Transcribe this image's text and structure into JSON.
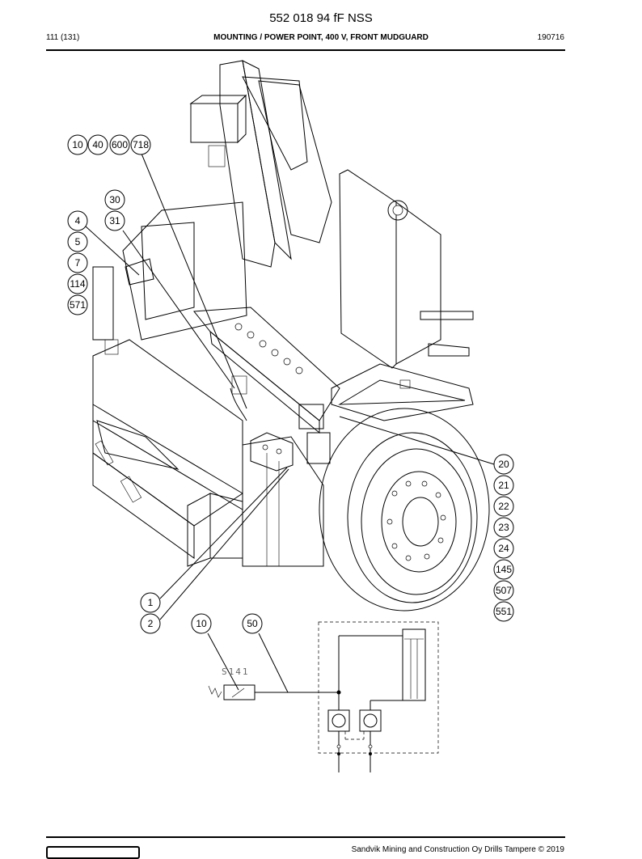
{
  "header": {
    "doc_number": "552 018 94 fF NSS",
    "page": "111 (131)",
    "title": "MOUNTING / POWER POINT, 400 V, FRONT MUDGUARD",
    "code": "190716"
  },
  "footer": {
    "copyright": "Sandvik Mining and Construction Oy Drills Tampere © 2019"
  },
  "callouts": {
    "c10a": "10",
    "c40": "40",
    "c600": "600",
    "c718": "718",
    "c30": "30",
    "c31": "31",
    "c4": "4",
    "c5": "5",
    "c7": "7",
    "c114": "114",
    "c571": "571",
    "c20": "20",
    "c21": "21",
    "c22": "22",
    "c23": "23",
    "c24": "24",
    "c145": "145",
    "c507": "507",
    "c551": "551",
    "c1": "1",
    "c2": "2",
    "c10b": "10",
    "c50": "50"
  },
  "schematic": {
    "label": "S141"
  }
}
